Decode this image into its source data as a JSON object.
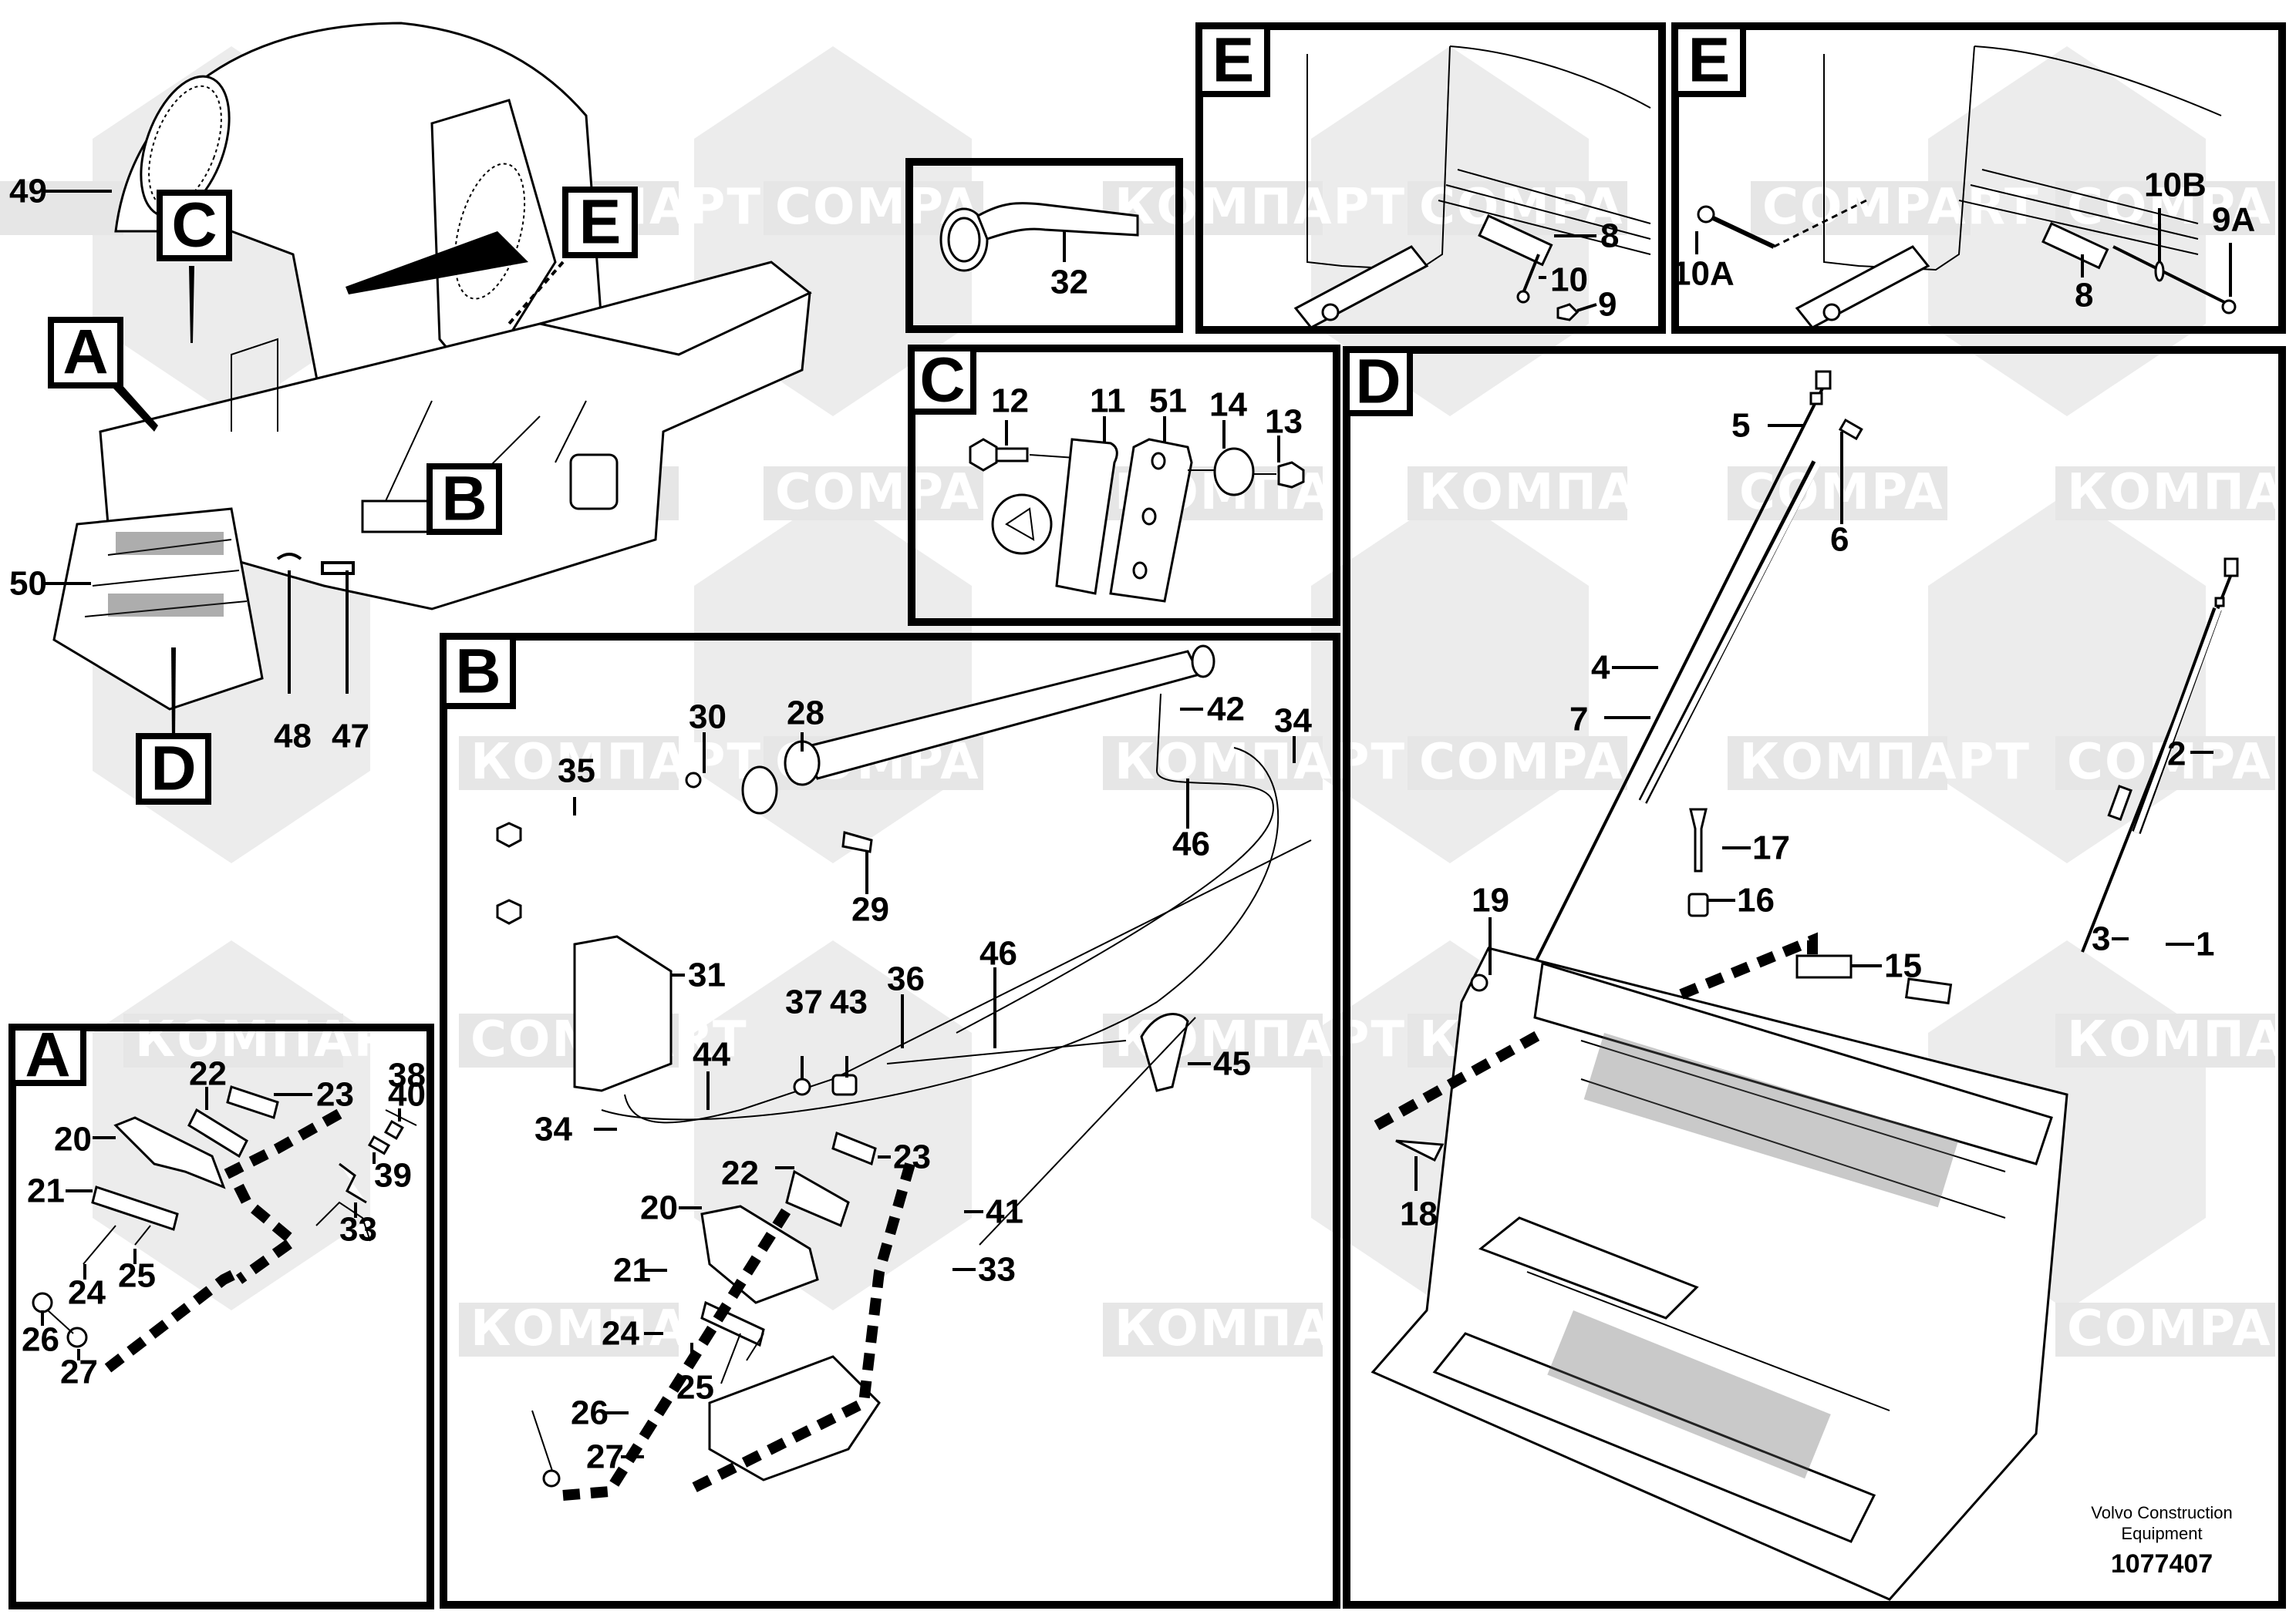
{
  "document": {
    "type": "parts-catalog-illustration",
    "watermarks": [
      "КОМПАРТ",
      "COMPART"
    ],
    "footer": {
      "line1": "Volvo Construction",
      "line2": "Equipment",
      "drawing_number": "1077407"
    }
  },
  "overview": {
    "callouts": [
      "A",
      "B",
      "C",
      "D",
      "E"
    ],
    "part_numbers": [
      "49",
      "50",
      "48",
      "47"
    ]
  },
  "panels": {
    "tool": {
      "part_numbers": [
        "32"
      ]
    },
    "E1": {
      "tag": "E",
      "part_numbers": [
        "8",
        "10",
        "9"
      ]
    },
    "E2": {
      "tag": "E",
      "part_numbers": [
        "10B",
        "9A",
        "10A",
        "8"
      ]
    },
    "C": {
      "tag": "C",
      "part_numbers": [
        "12",
        "11",
        "51",
        "14",
        "13"
      ]
    },
    "D": {
      "tag": "D",
      "part_numbers": [
        "5",
        "6",
        "4",
        "7",
        "2",
        "17",
        "16",
        "19",
        "15",
        "3",
        "1",
        "18"
      ]
    },
    "B": {
      "tag": "B",
      "part_numbers": [
        "30",
        "28",
        "42",
        "34",
        "35",
        "29",
        "46",
        "31",
        "46",
        "36",
        "37",
        "43",
        "44",
        "45",
        "34",
        "22",
        "23",
        "20",
        "41",
        "21",
        "33",
        "24",
        "25",
        "26",
        "27"
      ]
    },
    "A": {
      "tag": "A",
      "part_numbers": [
        "22",
        "38",
        "40",
        "23",
        "20",
        "39",
        "21",
        "33",
        "24",
        "25",
        "26",
        "27"
      ]
    }
  }
}
